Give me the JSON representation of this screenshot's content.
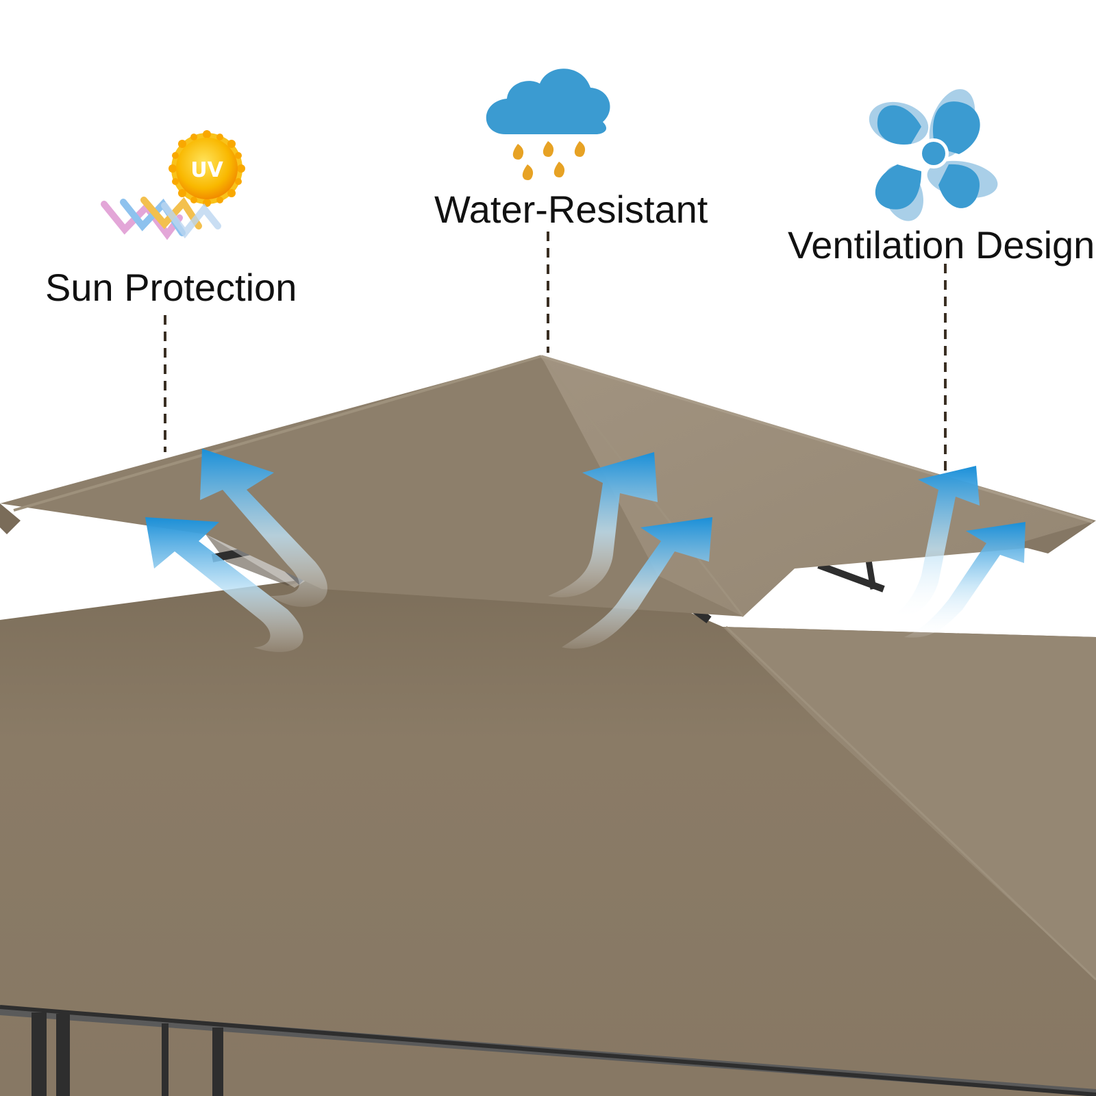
{
  "features": {
    "sun": {
      "label": "Sun Protection",
      "icon": "uv-sun-icon",
      "badge": "UV"
    },
    "water": {
      "label": "Water-Resistant",
      "icon": "rain-cloud-icon"
    },
    "vent": {
      "label": "Ventilation Design",
      "icon": "fan-icon"
    }
  },
  "colors": {
    "canopy_top": "#9a8c78",
    "canopy_top_shadow": "#857764",
    "canopy_lower": "#8a7b66",
    "frame": "#2e2e2e",
    "icon_blue": "#3b9bd1",
    "rain_drop": "#e7a224",
    "sun_yellow": "#f7b500",
    "label_text": "#111111",
    "leader_line": "#3a2f23"
  }
}
